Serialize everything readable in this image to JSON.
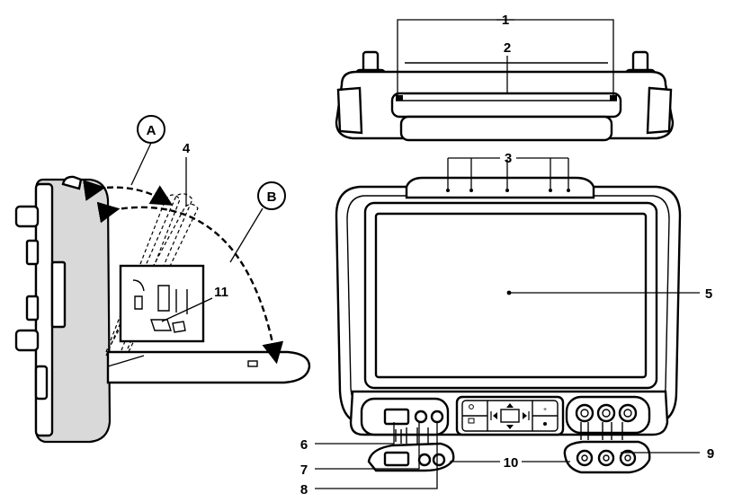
{
  "callouts": {
    "c1": "1",
    "c2": "2",
    "c3": "3",
    "c4": "4",
    "c5": "5",
    "c6": "6",
    "c7": "7",
    "c8": "8",
    "c9": "9",
    "c10": "10",
    "c11": "11",
    "cA": "A",
    "cB": "B"
  },
  "colors": {
    "ink": "#000000",
    "housing_shade": "#d9d9d9",
    "background": "#ffffff"
  }
}
